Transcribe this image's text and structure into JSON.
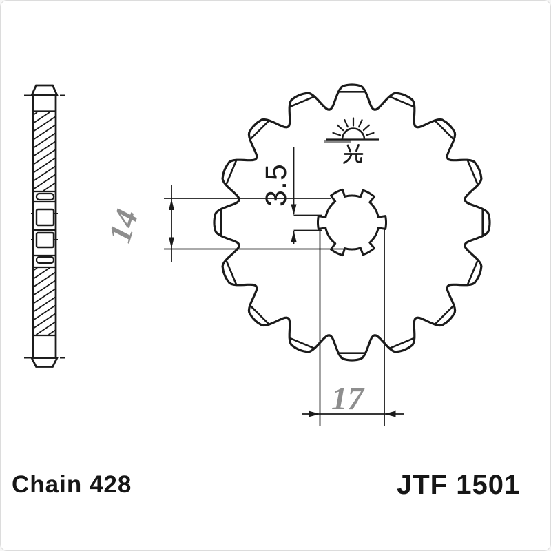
{
  "title": "Front sprocket technical drawing",
  "labels": {
    "chain_size": "Chain 428",
    "part_number": "JTF 1501"
  },
  "dimensions": {
    "groove_depth": "3.5",
    "across_flats": "14",
    "bore_diameter": "17"
  },
  "logo": {
    "character": "光",
    "symbol": "rising-sun-with-rays"
  },
  "figure": {
    "type": "technical_drawing",
    "teeth_count": 16,
    "views": [
      "side-section-view",
      "front-view"
    ]
  },
  "colors": {
    "ink": "#1b1b1b",
    "dim_gray": "#8e8e8e",
    "logo_gray": "#8a8a8a",
    "background": "#ffffff"
  }
}
